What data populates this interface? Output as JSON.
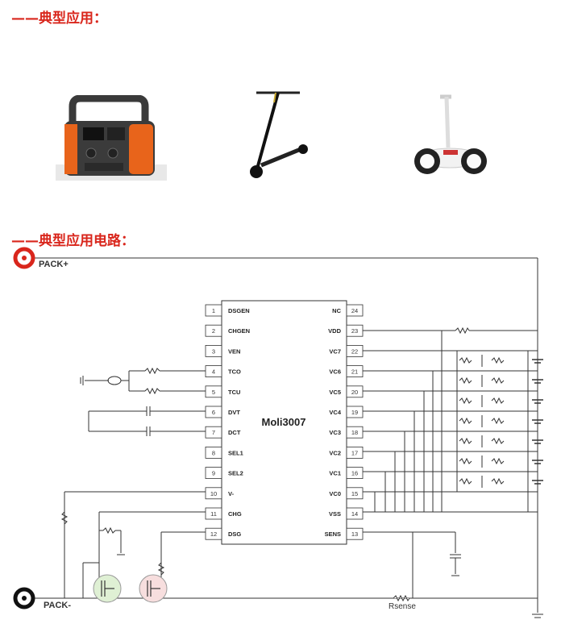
{
  "sections": {
    "applications_title": "——典型应用：",
    "circuit_title": "——典型应用电路："
  },
  "applications": [
    {
      "icon": "portable-power-station-icon"
    },
    {
      "icon": "electric-scooter-icon"
    },
    {
      "icon": "self-balancing-scooter-icon"
    }
  ],
  "circuit": {
    "chip_name": "Moli3007",
    "pack_plus": "PACK+",
    "pack_minus": "PACK-",
    "rsense": "Rsense",
    "left_pins": [
      {
        "num": "1",
        "name": "DSGEN"
      },
      {
        "num": "2",
        "name": "CHGEN"
      },
      {
        "num": "3",
        "name": "VEN"
      },
      {
        "num": "4",
        "name": "TCO"
      },
      {
        "num": "5",
        "name": "TCU"
      },
      {
        "num": "6",
        "name": "DVT"
      },
      {
        "num": "7",
        "name": "DCT"
      },
      {
        "num": "8",
        "name": "SEL1"
      },
      {
        "num": "9",
        "name": "SEL2"
      },
      {
        "num": "10",
        "name": "V-"
      },
      {
        "num": "11",
        "name": "CHG"
      },
      {
        "num": "12",
        "name": "DSG"
      }
    ],
    "right_pins": [
      {
        "num": "24",
        "name": "NC"
      },
      {
        "num": "23",
        "name": "VDD"
      },
      {
        "num": "22",
        "name": "VC7"
      },
      {
        "num": "21",
        "name": "VC6"
      },
      {
        "num": "20",
        "name": "VC5"
      },
      {
        "num": "19",
        "name": "VC4"
      },
      {
        "num": "18",
        "name": "VC3"
      },
      {
        "num": "17",
        "name": "VC2"
      },
      {
        "num": "16",
        "name": "VC1"
      },
      {
        "num": "15",
        "name": "VC0"
      },
      {
        "num": "14",
        "name": "VSS"
      },
      {
        "num": "13",
        "name": "SENS"
      }
    ],
    "colors": {
      "accent": "#d9261c",
      "wire": "#333333",
      "chg_fet": "#dff0d4",
      "dsg_fet": "#f7dede"
    }
  }
}
